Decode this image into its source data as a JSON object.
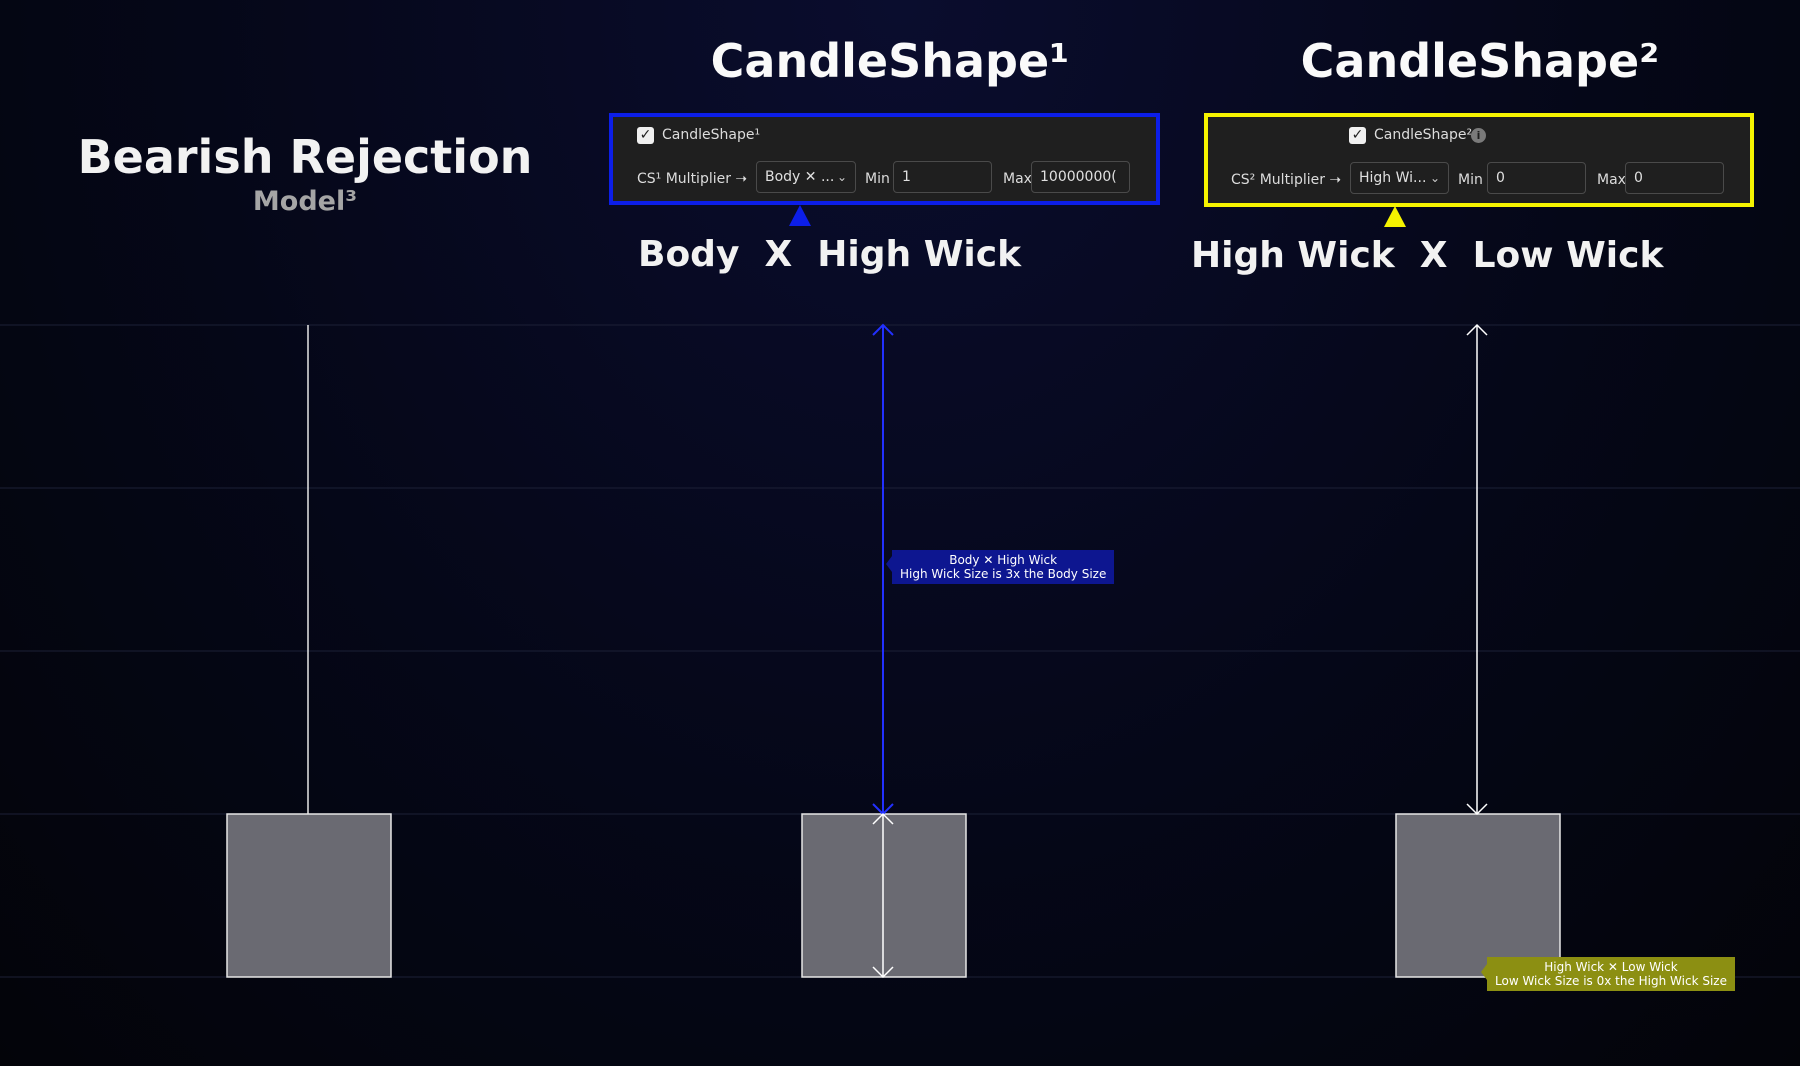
{
  "left": {
    "title": "Bearish Rejection",
    "subtitle": "Model³"
  },
  "shape1": {
    "title": "CandleShape¹",
    "checkbox_label": "CandleShape¹",
    "multiplier_label": "CS¹ Multiplier ➝",
    "select_value": "Body ✕ ...",
    "min_label": "Min",
    "min_value": "1",
    "max_label": "Max",
    "max_value": "10000000(",
    "formula": "Body  X  High Wick",
    "tooltip_line1": "Body ✕ High Wick",
    "tooltip_line2": "High Wick Size is 3x the Body Size",
    "accent": "#0c1ee8"
  },
  "shape2": {
    "title": "CandleShape²",
    "checkbox_label": "CandleShape²",
    "multiplier_label": "CS² Multiplier ➝",
    "select_value": "High Wi...",
    "min_label": "Min",
    "min_value": "0",
    "max_label": "Max",
    "max_value": "0",
    "formula": "High Wick  X  Low Wick",
    "tooltip_line1": "High Wick ✕ Low Wick",
    "tooltip_line2": "Low Wick Size is 0x the High Wick Size",
    "accent": "#f5f300"
  },
  "icons": {
    "checkbox": "check-icon",
    "select": "chevron-down-icon",
    "info": "info-icon"
  }
}
